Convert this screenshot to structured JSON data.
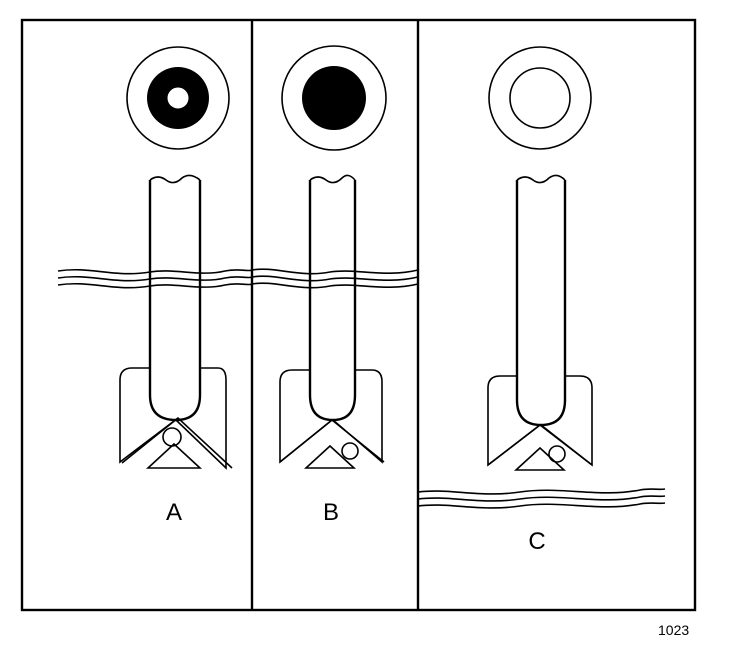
{
  "figure": {
    "panels": [
      {
        "label": "A",
        "indicator": "dark-ring-with-light-center"
      },
      {
        "label": "B",
        "indicator": "solid-dark"
      },
      {
        "label": "C",
        "indicator": "clear"
      }
    ],
    "figure_number": "1023"
  },
  "colors": {
    "ink": "#000000",
    "background": "#ffffff"
  }
}
